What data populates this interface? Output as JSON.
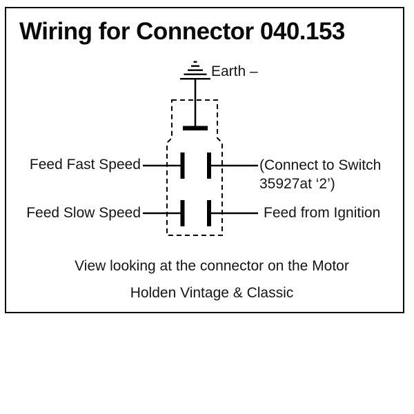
{
  "title": "Wiring for Connector 040.153",
  "diagram": {
    "earth_label": "Earth –",
    "labels": {
      "feed_fast": "Feed Fast Speed",
      "feed_slow": "Feed Slow Speed",
      "connect_switch": "(Connect to Switch\n35927at ‘2’)",
      "feed_ignition": "Feed from Ignition"
    },
    "icons": {
      "earth_ground": "earth-ground-symbol",
      "connector_outline": "dashed-connector-outline",
      "terminals": [
        "earth-terminal",
        "pin-top-left",
        "pin-top-right",
        "pin-bottom-left",
        "pin-bottom-right"
      ]
    },
    "colors": {
      "line": "#000000",
      "text": "#141414",
      "background": "#ffffff"
    }
  },
  "captions": {
    "view": "View looking at the connector on the Motor",
    "brand": "Holden Vintage & Classic"
  }
}
